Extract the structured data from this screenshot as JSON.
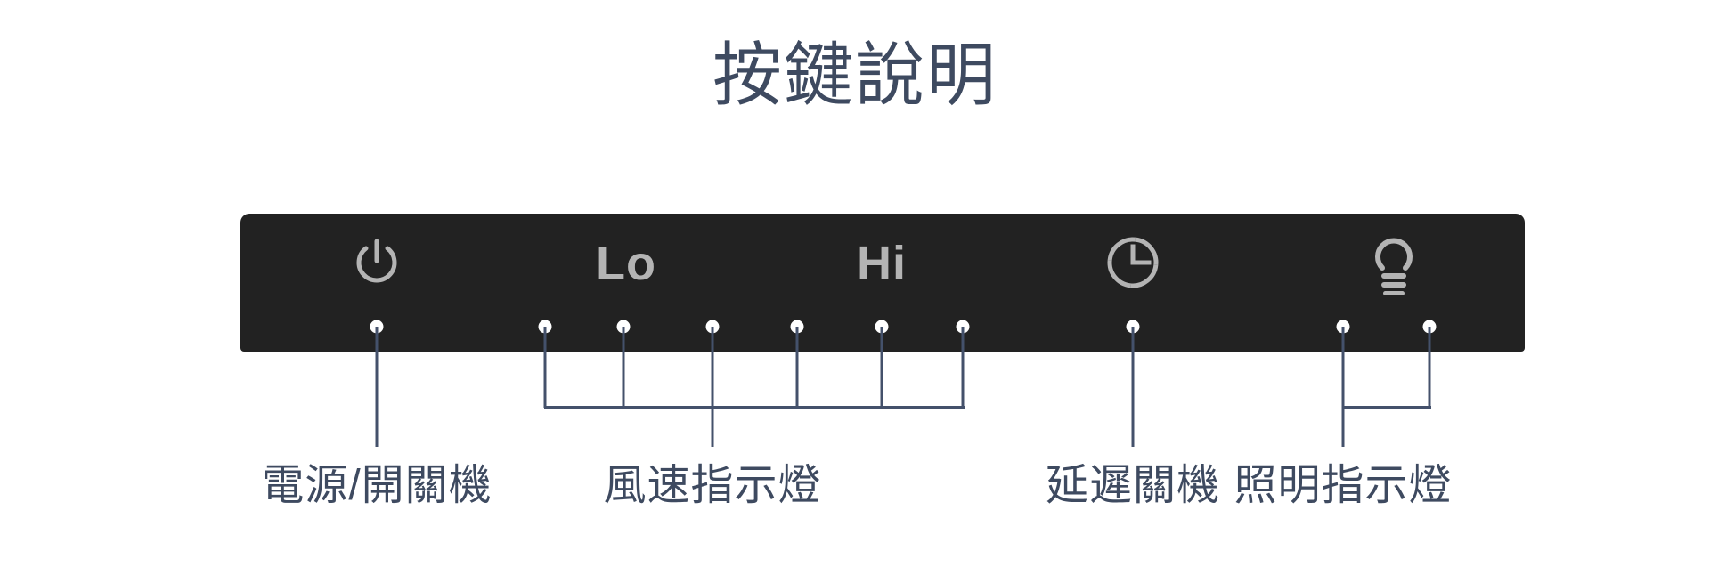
{
  "page": {
    "title": "按鍵說明",
    "background_color": "#ffffff",
    "text_color": "#3e4a60",
    "leader_line_color": "#44516b"
  },
  "control_panel": {
    "name": "range-hood-control-panel",
    "background_color": "#222222",
    "icon_color": "#b4b4b4",
    "led_color": "#ffffff",
    "controls": [
      {
        "id": "power",
        "type": "icon",
        "icon": "power-icon",
        "label_text": ""
      },
      {
        "id": "fan-low",
        "type": "text",
        "icon": "lo-text-icon",
        "label_text": "Lo"
      },
      {
        "id": "fan-high",
        "type": "text",
        "icon": "hi-text-icon",
        "label_text": "Hi"
      },
      {
        "id": "timer",
        "type": "icon",
        "icon": "clock-icon",
        "label_text": ""
      },
      {
        "id": "light",
        "type": "icon",
        "icon": "lightbulb-icon",
        "label_text": ""
      }
    ],
    "led_groups": [
      {
        "id": "power-led",
        "count": 1
      },
      {
        "id": "fan-speed-leds",
        "count": 6
      },
      {
        "id": "timer-led",
        "count": 1
      },
      {
        "id": "light-leds",
        "count": 2
      }
    ]
  },
  "captions": [
    {
      "id": "power-caption",
      "text": "電源/開關機"
    },
    {
      "id": "fan-speed-caption",
      "text": "風速指示燈"
    },
    {
      "id": "timer-caption",
      "text": "延遲關機"
    },
    {
      "id": "light-caption",
      "text": "照明指示燈"
    }
  ]
}
